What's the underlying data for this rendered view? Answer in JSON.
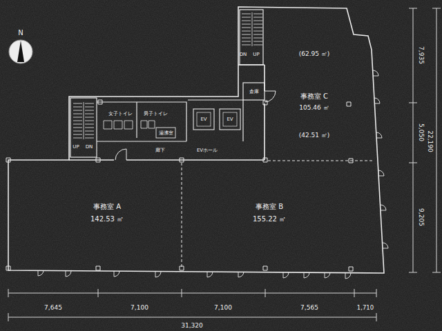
{
  "diagram": {
    "nodes": [
      {
        "text": [
          "(62.95 ㎡)",
          "事務室 C",
          "105.46 ㎡",
          "(42.51 ㎡)"
        ]
      },
      {
        "text": [
          "女子トイレ"
        ]
      },
      {
        "text": [
          "男子トイレ"
        ]
      },
      {
        "text": [
          "湯沸室"
        ]
      },
      {
        "text": [
          "EV"
        ]
      },
      {
        "text": [
          "EV"
        ]
      },
      {
        "text": [
          "倉庫"
        ]
      },
      {
        "text": [
          "事務室 A",
          "142.53 ㎡"
        ]
      },
      {
        "text": [
          "事務室 B",
          "155.22 ㎡"
        ]
      }
    ],
    "labels": [
      "N",
      "DN",
      "UP",
      "UP",
      "DN",
      "廊下",
      "EVホール",
      "7,645",
      "7,100",
      "7,100",
      "7,565",
      "1,710",
      "31,320",
      "7,935",
      "5,050",
      "9,205",
      "22,190"
    ]
  }
}
